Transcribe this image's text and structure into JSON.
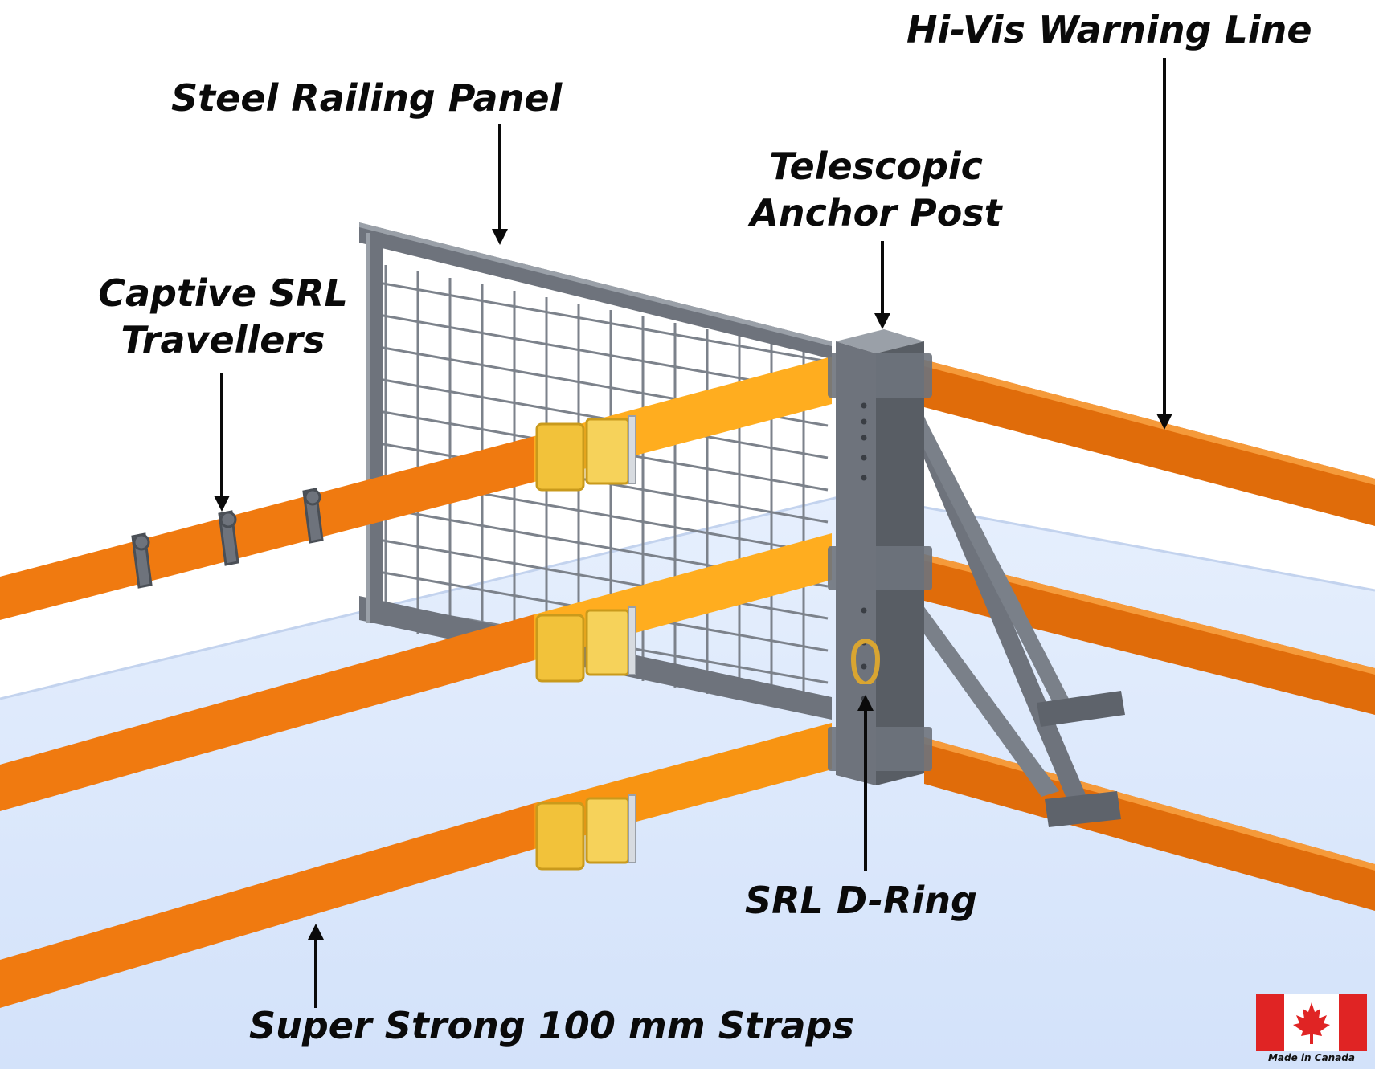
{
  "labels": {
    "hi_vis": "Hi-Vis Warning Line",
    "steel_panel": "Steel Railing Panel",
    "telescopic": [
      "Telescopic",
      "Anchor Post"
    ],
    "captive": [
      "Captive SRL",
      "Travellers"
    ],
    "d_ring": "SRL D-Ring",
    "straps": "Super Strong 100 mm Straps"
  },
  "badge": {
    "caption": "Made in Canada",
    "icon": "canada-flag-icon"
  },
  "colors": {
    "strap_orange": "#f07a10",
    "strap_light": "#ffad1f",
    "steel": "#6e737c",
    "floor": "#d8e6fb",
    "ratchet": "#f2c23a",
    "flag_red": "#e02424"
  }
}
